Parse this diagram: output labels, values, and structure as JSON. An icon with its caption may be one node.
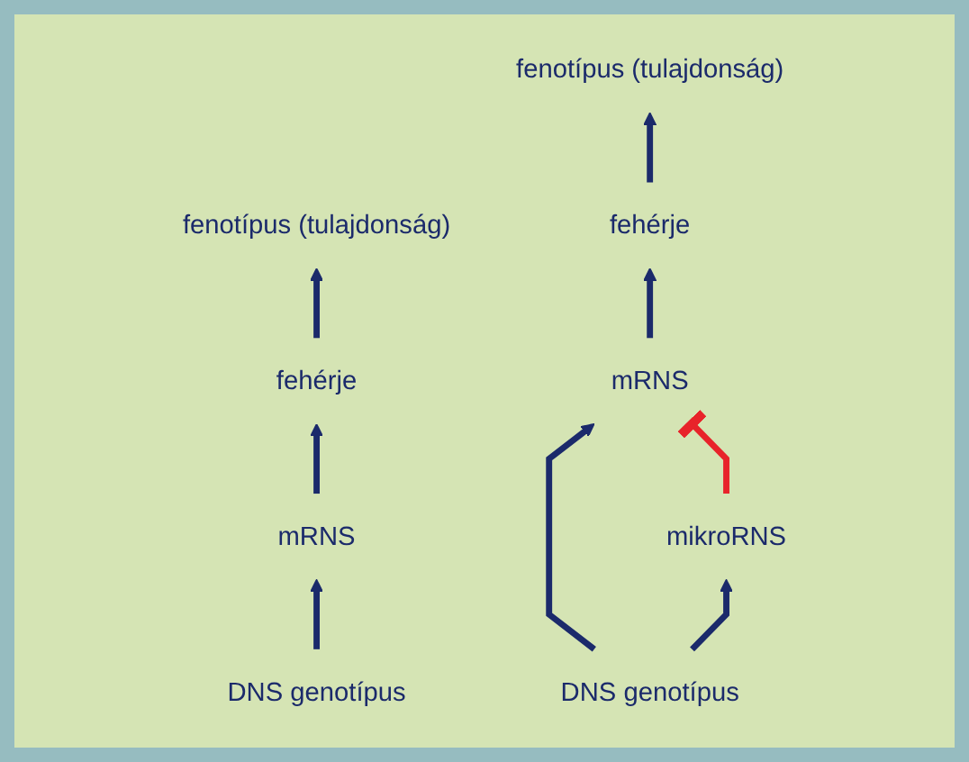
{
  "diagram": {
    "nodes": [
      {
        "text": [
          "fenotípus (tulajdonság)"
        ]
      },
      {
        "text": [
          "fehérje"
        ]
      },
      {
        "text": [
          "mRNS"
        ]
      },
      {
        "text": [
          "DNS genotípus"
        ]
      },
      {
        "text": [
          "fenotípus (tulajdonság)"
        ]
      },
      {
        "text": [
          "fehérje"
        ]
      },
      {
        "text": [
          "mRNS"
        ]
      },
      {
        "text": [
          "DNS genotípus"
        ]
      },
      {
        "text": [
          "mikroRNS"
        ]
      }
    ],
    "edges": [
      {
        "from": 3,
        "to": 2,
        "arrow": "to"
      },
      {
        "from": 2,
        "to": 1,
        "arrow": "to"
      },
      {
        "from": 1,
        "to": 0,
        "arrow": "to"
      },
      {
        "from": 7,
        "to": 6,
        "arrow": "to"
      },
      {
        "from": 6,
        "to": 5,
        "arrow": "to"
      },
      {
        "from": 5,
        "to": 4,
        "arrow": "to"
      },
      {
        "from": 7,
        "to": 8,
        "arrow": "to"
      },
      {
        "from": 8,
        "to": 6,
        "arrow": "other",
        "color": "#e8232a"
      }
    ]
  }
}
